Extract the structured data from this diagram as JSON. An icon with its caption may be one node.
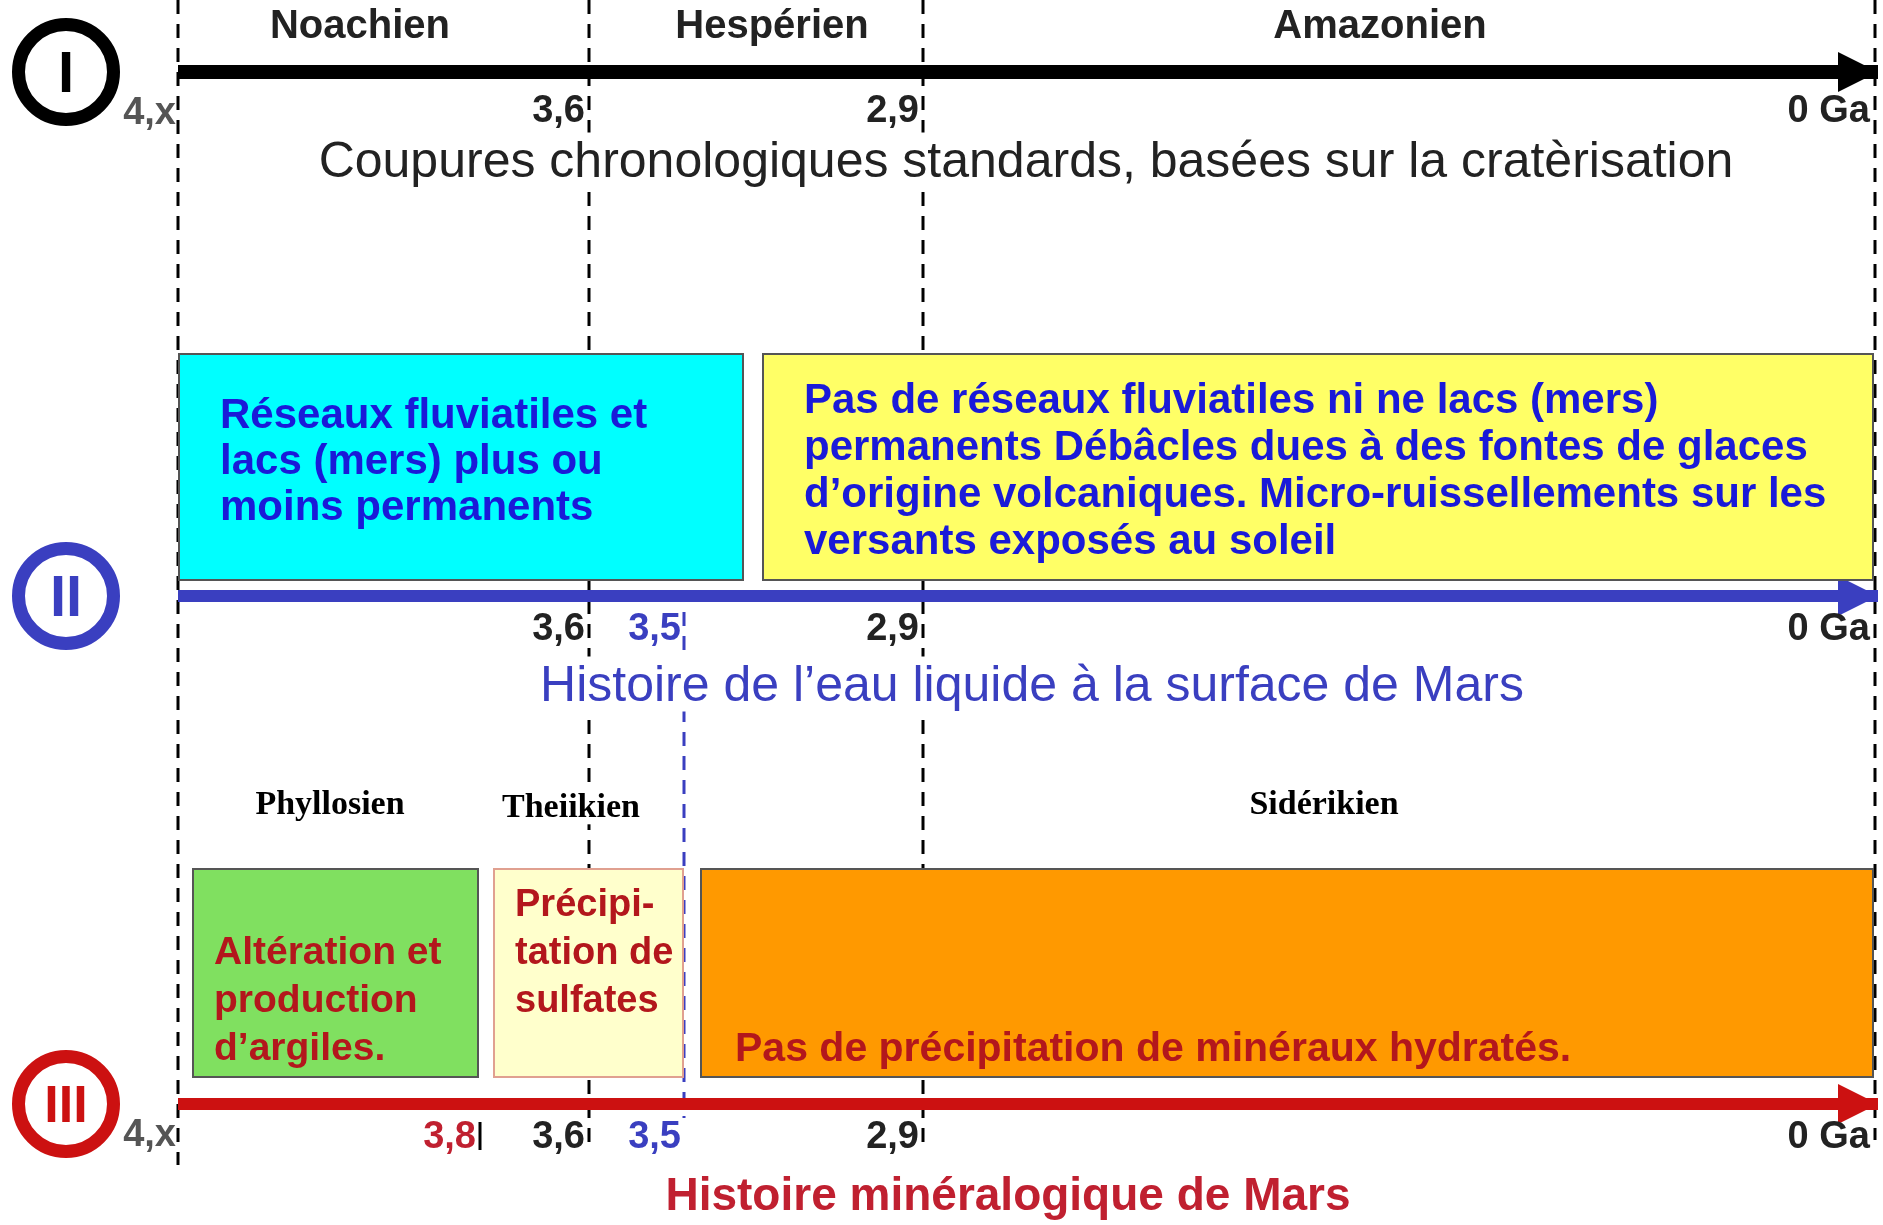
{
  "diagram": {
    "nodes": [
      {
        "text": [
          "I"
        ]
      },
      {
        "text": [
          "Réseaux fluviatiles et lacs (mers) plus ou moins permanents"
        ]
      },
      {
        "text": [
          "Pas de réseaux fluviatiles ni ne lacs (mers) permanents Débâcles dues à des fontes de glaces d’origine volcaniques. Micro-ruissellements sur les versants exposés au soleil"
        ]
      },
      {
        "text": [
          "II"
        ]
      },
      {
        "text": [
          "Altération et production d’argiles."
        ]
      },
      {
        "text": [
          "Précipi-tation de sulfates"
        ]
      },
      {
        "text": [
          "Pas de précipitation de minéraux hydratés."
        ]
      },
      {
        "text": [
          "III"
        ]
      }
    ],
    "labels": [
      "Noachien",
      "Hespérien",
      "Amazonien",
      "4,x",
      "3,6",
      "2,9",
      "0 Ga",
      "Coupures chronologiques standards, basées sur la cratèrisation",
      "3,6",
      "3,5",
      "2,9",
      "0 Ga",
      "Histoire de l’eau liquide à la surface de Mars",
      "Phyllosien",
      "Theiikien",
      "Sidérikien",
      "4,x",
      "3,8",
      "3,6",
      "3,5",
      "2,9",
      "0 Ga",
      "Histoire minéralogique de Mars"
    ]
  }
}
